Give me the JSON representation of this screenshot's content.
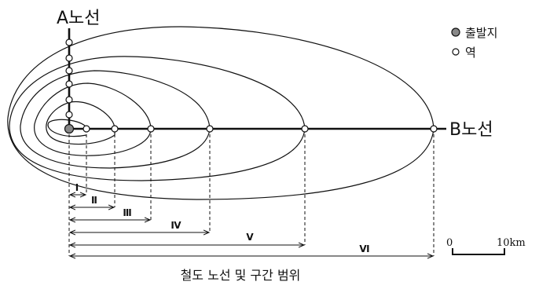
{
  "lines": {
    "a_line_label": "A노선",
    "b_line_label": "B노선"
  },
  "legend": {
    "origin_label": "출발지",
    "station_label": "역"
  },
  "sections": [
    {
      "label": "Ⅰ"
    },
    {
      "label": "Ⅱ"
    },
    {
      "label": "Ⅲ"
    },
    {
      "label": "Ⅳ"
    },
    {
      "label": "Ⅴ"
    },
    {
      "label": "Ⅵ"
    }
  ],
  "scale": {
    "start": "0",
    "end": "10km"
  },
  "caption": "철도 노선 및 구간 범위",
  "colors": {
    "line": "#111111",
    "origin_fill": "#888888",
    "station_fill": "#ffffff"
  }
}
